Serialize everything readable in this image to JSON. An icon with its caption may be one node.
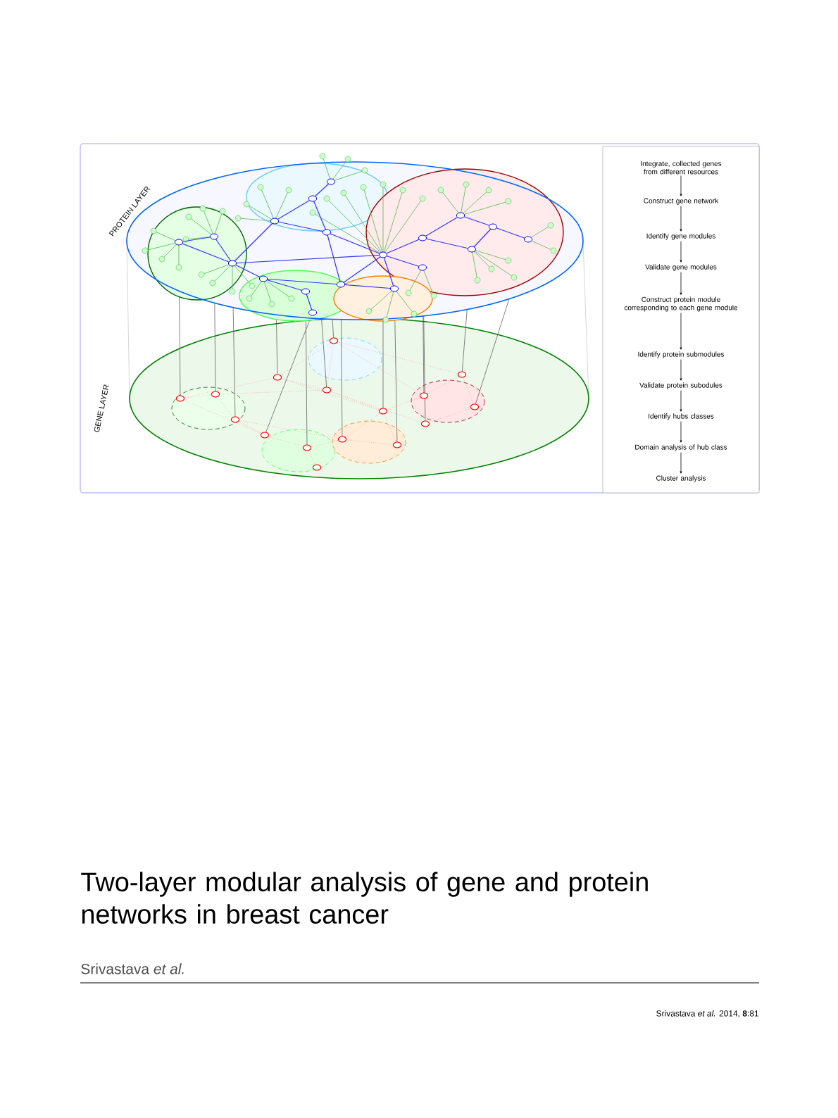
{
  "diagram": {
    "title": "Two-layer modular analysis of gene and protein networks in breast cancer",
    "nodes": [
      {
        "text": [
          "Integrate, collected genes from different resources"
        ]
      },
      {
        "text": [
          "Construct gene network"
        ]
      },
      {
        "text": [
          "Identify gene modules"
        ]
      },
      {
        "text": [
          "Validate gene modules"
        ]
      },
      {
        "text": [
          "Construct protein module corresponding to each gene module"
        ]
      },
      {
        "text": [
          "Identify protein submodules"
        ]
      },
      {
        "text": [
          "Validate protein subodules"
        ]
      },
      {
        "text": [
          "Identify hubs classes"
        ]
      },
      {
        "text": [
          "Domain analysis of hub class"
        ]
      },
      {
        "text": [
          "Cluster analysis"
        ]
      }
    ],
    "edges": [
      {
        "from": 0,
        "to": 1,
        "arrow": "to"
      },
      {
        "from": 1,
        "to": 2,
        "arrow": "to"
      },
      {
        "from": 2,
        "to": 3,
        "arrow": "to"
      },
      {
        "from": 3,
        "to": 4,
        "arrow": "to"
      },
      {
        "from": 4,
        "to": 5,
        "arrow": "to"
      },
      {
        "from": 5,
        "to": 6,
        "arrow": "to"
      },
      {
        "from": 6,
        "to": 7,
        "arrow": "to"
      },
      {
        "from": 7,
        "to": 8,
        "arrow": "to"
      },
      {
        "from": 8,
        "to": 9,
        "arrow": "to"
      }
    ],
    "labels": [
      "PROTEIN LAYER",
      "GENE LAYER",
      "Srivastava *et al.*",
      "Srivastava *et al.* 2014, **8**:81"
    ]
  }
}
